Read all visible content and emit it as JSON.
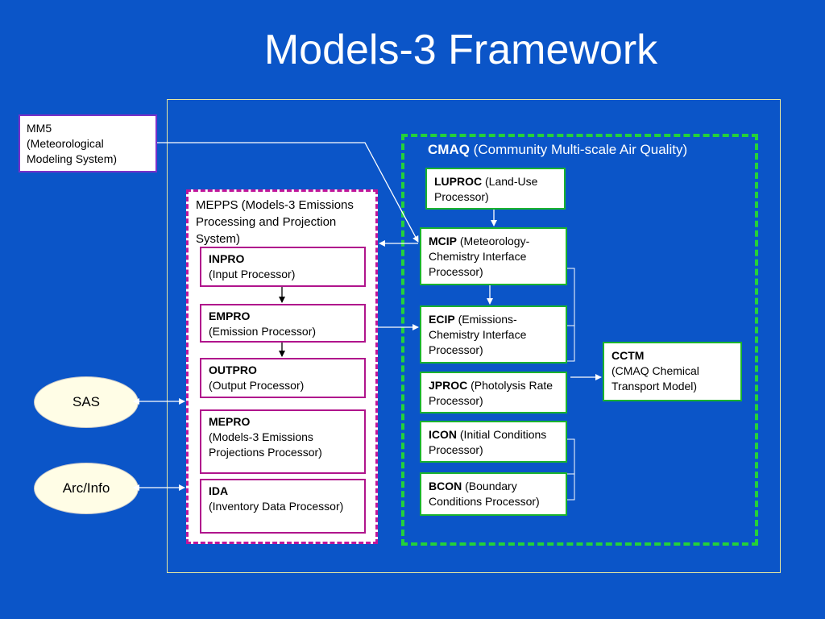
{
  "title": "Models-3 Framework",
  "mm5": {
    "lines": [
      "MM5",
      "(Meteorological",
      "Modeling System)"
    ]
  },
  "mepps": {
    "title": "MEPPS (Models-3 Emissions Processing and Projection System)",
    "boxes": [
      {
        "name": "INPRO",
        "desc": "(Input Processor)"
      },
      {
        "name": "EMPRO",
        "desc": "(Emission Processor)"
      },
      {
        "name": "OUTPRO",
        "desc": "(Output Processor)"
      },
      {
        "name": "MEPRO",
        "desc": "(Models-3 Emissions Projections Processor)"
      },
      {
        "name": "IDA",
        "desc": "(Inventory Data Processor)"
      }
    ]
  },
  "cmaq": {
    "title_bold": "CMAQ",
    "title_rest": " (Community Multi-scale Air Quality)",
    "boxes": [
      {
        "name": "LUPROC",
        "desc": " (Land-Use Processor)"
      },
      {
        "name": "MCIP",
        "desc": " (Meteorology-Chemistry Interface Processor)"
      },
      {
        "name": "ECIP",
        "desc": " (Emissions-Chemistry Interface Processor)"
      },
      {
        "name": "JPROC",
        "desc": " (Photolysis Rate Processor)"
      },
      {
        "name": "ICON",
        "desc": " (Initial Conditions Processor)"
      },
      {
        "name": "BCON",
        "desc": " (Boundary Conditions Processor)"
      }
    ],
    "cctm": {
      "name": "CCTM",
      "desc": "(CMAQ Chemical Transport Model)"
    }
  },
  "ovals": {
    "sas": "SAS",
    "arcinfo": "Arc/Info"
  },
  "colors": {
    "background": "#0b55c8",
    "mepps_border": "#c0169a",
    "cmaq_border": "#24d13a",
    "mm5_border": "#7a30c8"
  }
}
